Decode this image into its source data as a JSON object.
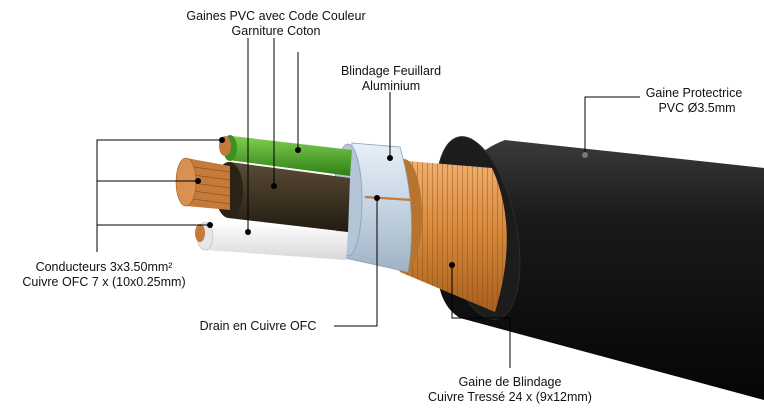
{
  "colors": {
    "jacket": "#141414",
    "braid": "#d98a3c",
    "foil": "#c4d4e2",
    "green": "#4aa32a",
    "brown": "#3b3224",
    "white": "#f2f2f2",
    "copper": "#c47a3a",
    "leader": "#000000",
    "background": "#ffffff"
  },
  "labels": {
    "pvc_sheaths": {
      "line1": "Gaines PVC avec Code Couleur",
      "line2": "Garniture Coton"
    },
    "foil_shield": {
      "line1": "Blindage Feuillard",
      "line2": "Aluminium"
    },
    "outer_jacket": {
      "line1": "Gaine Protectrice",
      "line2": "PVC Ø3.5mm"
    },
    "conductors": {
      "line1": "Conducteurs 3x3.50mm²",
      "line2": "Cuivre OFC 7 x (10x0.25mm)"
    },
    "drain": {
      "line1": "Drain en Cuivre OFC"
    },
    "braid_shield": {
      "line1": "Gaine de Blindage",
      "line2": "Cuivre Tressé 24 x (9x12mm)"
    }
  }
}
